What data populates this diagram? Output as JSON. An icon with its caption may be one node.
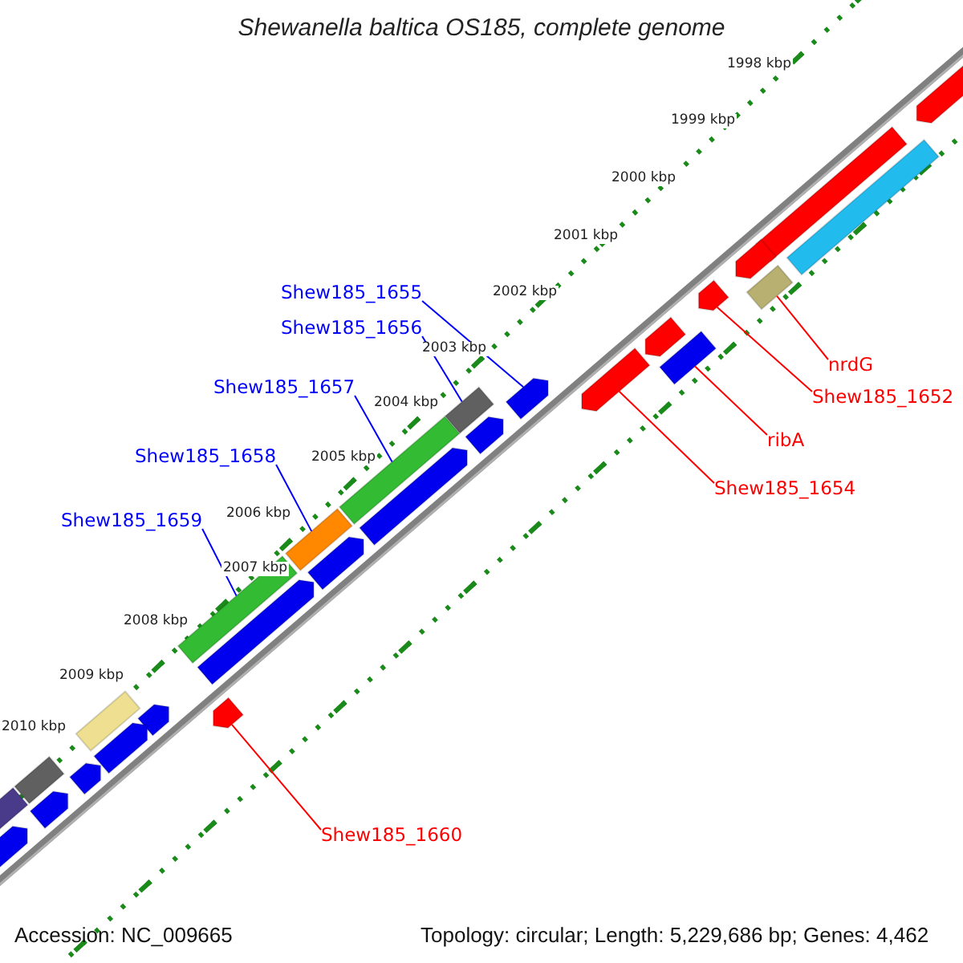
{
  "diagram": {
    "title": "Shewanella baltica OS185, complete genome",
    "nodes": [
      {
        "text": [
          "Shew185_1655"
        ]
      },
      {
        "text": [
          "Shew185_1656"
        ]
      },
      {
        "text": [
          "Shew185_1657"
        ]
      },
      {
        "text": [
          "Shew185_1658"
        ]
      },
      {
        "text": [
          "Shew185_1659"
        ]
      },
      {
        "text": [
          "nrdG"
        ]
      },
      {
        "text": [
          "Shew185_1652"
        ]
      },
      {
        "text": [
          "ribA"
        ]
      },
      {
        "text": [
          "Shew185_1654"
        ]
      },
      {
        "text": [
          "Shew185_1660"
        ]
      },
      {
        "text": [],
        "shape": "bar"
      },
      {
        "text": [],
        "shape": "bar"
      },
      {
        "text": [],
        "shape": "bar"
      },
      {
        "text": [],
        "shape": "bar"
      },
      {
        "text": [],
        "shape": "bar"
      },
      {
        "text": [],
        "shape": "bar"
      },
      {
        "text": [],
        "shape": "bar"
      },
      {
        "text": [],
        "shape": "bar"
      },
      {
        "text": [],
        "shape": "bar"
      },
      {
        "text": [],
        "shape": "bar"
      },
      {
        "text": [],
        "shape": "bar"
      },
      {
        "text": [],
        "shape": "bar"
      },
      {
        "text": [],
        "shape": "bar"
      },
      {
        "text": [],
        "shape": "bar"
      },
      {
        "text": [],
        "shape": "bar"
      },
      {
        "text": [],
        "shape": "bar"
      },
      {
        "text": [],
        "shape": "bar"
      },
      {
        "text": [],
        "shape": "bar"
      },
      {
        "text": [],
        "shape": "bar"
      },
      {
        "text": [],
        "shape": "bar"
      },
      {
        "text": [],
        "shape": "bar"
      },
      {
        "text": [],
        "shape": "bar"
      },
      {
        "text": [],
        "shape": "bar"
      },
      {
        "text": [],
        "shape": "bar"
      },
      {
        "text": [],
        "shape": "bar"
      },
      {
        "text": [],
        "shape": "bar"
      },
      {
        "text": [],
        "shape": "bar"
      }
    ],
    "edges": [
      {
        "from": 0,
        "to": 20,
        "arrow": "none"
      },
      {
        "from": 1,
        "to": 30,
        "arrow": "none"
      },
      {
        "from": 2,
        "to": 31,
        "arrow": "none"
      },
      {
        "from": 3,
        "to": 33,
        "arrow": "none"
      },
      {
        "from": 4,
        "to": 32,
        "arrow": "none"
      },
      {
        "from": 5,
        "to": 17,
        "arrow": "none",
        "color": "#ff0000"
      },
      {
        "from": 6,
        "to": 13,
        "arrow": "none",
        "color": "#ff0000"
      },
      {
        "from": 7,
        "to": 18,
        "arrow": "none",
        "color": "#ff0000"
      },
      {
        "from": 8,
        "to": 15,
        "arrow": "none",
        "color": "#ff0000"
      },
      {
        "from": 9,
        "to": 19,
        "arrow": "none",
        "color": "#ff0000"
      }
    ],
    "labels": [
      "1998 kbp",
      "1999 kbp",
      "2000 kbp",
      "2001 kbp",
      "2002 kbp",
      "2003 kbp",
      "2004 kbp",
      "2005 kbp",
      "2006 kbp",
      "2007 kbp",
      "2008 kbp",
      "2009 kbp",
      "2010 kbp",
      "Accession: NC_009665",
      "Topology: circular; Length: 5,229,686 bp; Genes: 4,462"
    ]
  }
}
